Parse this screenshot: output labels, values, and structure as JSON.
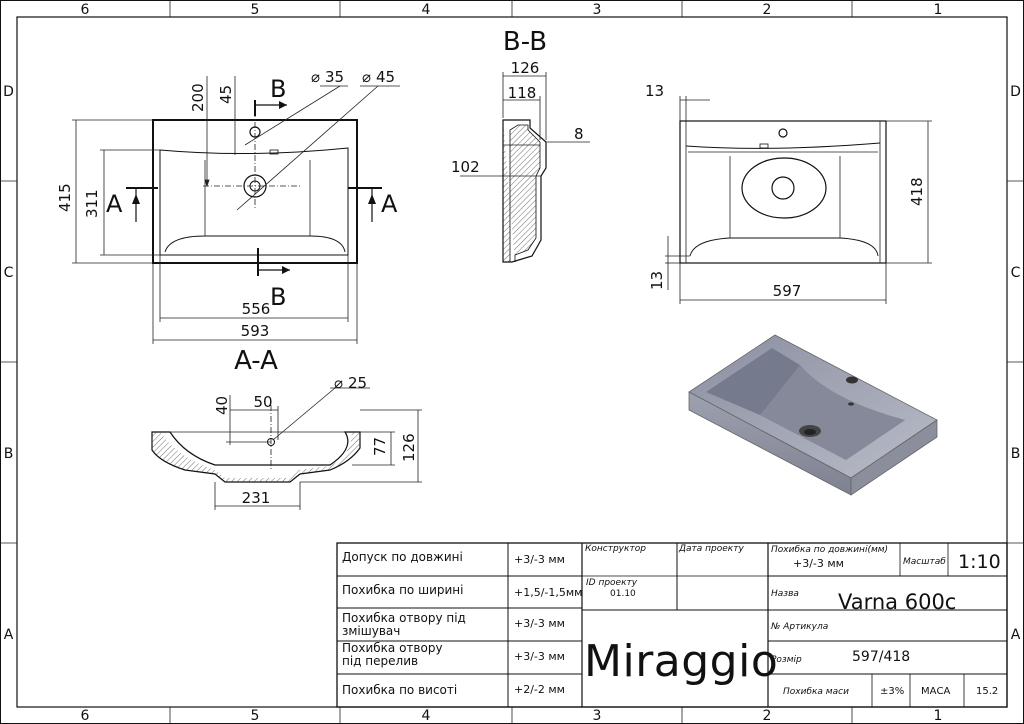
{
  "grid": {
    "columns": [
      "6",
      "5",
      "4",
      "3",
      "2",
      "1"
    ],
    "rows": [
      "D",
      "C",
      "B",
      "A"
    ]
  },
  "views": {
    "top": {
      "section_b": "B",
      "section_a": "A",
      "dims": [
        "200",
        "45",
        "35",
        "45",
        "415",
        "311",
        "556",
        "593"
      ],
      "diameter_symbol": "⌀"
    },
    "section_bb": {
      "title": "B-B",
      "dims": [
        "126",
        "118",
        "8",
        "102"
      ]
    },
    "right": {
      "dims": [
        "13",
        "418",
        "13",
        "597"
      ]
    },
    "section_aa": {
      "title": "A-A",
      "dims": [
        "40",
        "50",
        "25",
        "77",
        "126",
        "231"
      ]
    }
  },
  "title_block": {
    "tolerances": [
      {
        "label": "Допуск по довжині",
        "value": "+3/-3 мм"
      },
      {
        "label": "Похибка по ширині",
        "value": "+1,5/-1,5мм"
      },
      {
        "label": "Похибка отвору під змішувач",
        "value": "+3/-3 мм"
      },
      {
        "label": "Похибка отвору під перелив",
        "value": "+3/-3 мм"
      },
      {
        "label": "Похибка по висоті",
        "value": "+2/-2 мм"
      }
    ],
    "designer_label": "Конструктор",
    "project_date_label": "Дата проекту",
    "project_id_label": "ID проекту",
    "project_id_value": "01.10",
    "brand": "Miraggio",
    "length_tol_label": "Похибка по довжині(мм)",
    "length_tol_value": "+3/-3 мм",
    "scale_label": "Масштаб",
    "scale_value": "1:10",
    "name_label": "Назва",
    "name_value": "Varna 600c",
    "article_label": "№ Артикула",
    "size_label": "Розмір",
    "size_value": "597/418",
    "mass_tol_label": "Похибка маси",
    "mass_tol_value": "±3%",
    "mass_label": "МАСА",
    "mass_value": "15.2"
  }
}
